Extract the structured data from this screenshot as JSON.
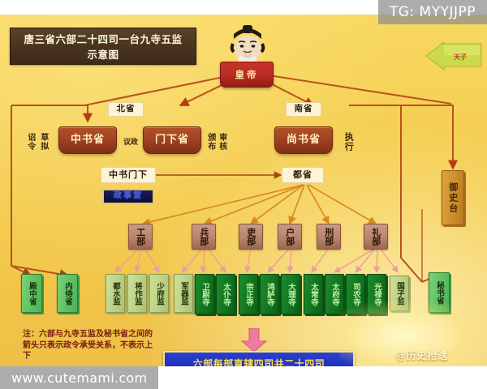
{
  "watermarks": {
    "top_right": "TG: MYYJJPP",
    "bottom_left": "www.cutemami.com",
    "ornament": "@历史拾遗"
  },
  "title": {
    "line1": "唐三省六部二十四司一台九寺五监",
    "line2": "示意图"
  },
  "emperor": {
    "label": "皇帝",
    "icon": "emperor-portrait"
  },
  "regions": {
    "north_label": "北省",
    "south_label": "南省"
  },
  "top_nodes": [
    {
      "key": "zhongshusheng",
      "label": "中书省"
    },
    {
      "key": "menxiasheng",
      "label": "门下省"
    },
    {
      "key": "shangshusheng",
      "label": "尚书省"
    }
  ],
  "side_texts": {
    "draft_left_col": "草拟",
    "draft_right_col": "诏令",
    "deliberate": "议政",
    "review_col": "审核",
    "promulgate_col": "颁布",
    "execute": "执行"
  },
  "mid_nodes": {
    "zhongshumenxia": "中书门下",
    "dusheng": "都省",
    "zhengshitang": "政事堂"
  },
  "censorate": {
    "label": "御史台"
  },
  "green_arrow_label": "天子",
  "ministries": [
    {
      "key": "gongbu",
      "label": "工部"
    },
    {
      "key": "bingbu",
      "label": "兵部"
    },
    {
      "key": "libu-personnel",
      "label": "吏部"
    },
    {
      "key": "hubu",
      "label": "户部"
    },
    {
      "key": "xingbu",
      "label": "刑部"
    },
    {
      "key": "libu-rites",
      "label": "礼部"
    }
  ],
  "imperial_agencies": [
    {
      "key": "dianzhongsheng",
      "label": "殿中省"
    },
    {
      "key": "neishisheng",
      "label": "内侍省"
    }
  ],
  "five_directorates": [
    {
      "key": "dushuijian",
      "label": "都水监"
    },
    {
      "key": "jiangzuojian",
      "label": "将作监"
    },
    {
      "key": "shaofujian",
      "label": "少府监"
    },
    {
      "key": "junqijian",
      "label": "军器监"
    },
    {
      "key": "guozijian",
      "label": "国子监"
    }
  ],
  "nine_courts": [
    {
      "key": "weiweisi",
      "label": "卫尉寺"
    },
    {
      "key": "taipusi",
      "label": "太仆寺"
    },
    {
      "key": "zongzhengsi",
      "label": "宗正寺"
    },
    {
      "key": "honglusi",
      "label": "鸿胪寺"
    },
    {
      "key": "dalisi",
      "label": "大理寺"
    },
    {
      "key": "taichangsi",
      "label": "太常寺"
    },
    {
      "key": "taifusi",
      "label": "太府寺"
    },
    {
      "key": "sinongsi",
      "label": "司农寺"
    },
    {
      "key": "guanglusi",
      "label": "光禄寺"
    }
  ],
  "secretariat": {
    "label": "秘书省"
  },
  "note": "注：六部与九寺五监及秘书省之间的箭头只表示政令承受关系，不表示上下",
  "banner": "六部每部直辖四司共二十四司",
  "colors": {
    "background": "#f5cf4e",
    "plaque_brown": "#9c3f1f",
    "emperor_red": "#b52a22",
    "ministry_mauve": "#b7846c",
    "court_green": "#147a22",
    "directorate_green": "#66c566",
    "censorate_gold": "#cf8f2c",
    "banner_blue": "#2133bb",
    "banner_text": "#ffe14a"
  }
}
